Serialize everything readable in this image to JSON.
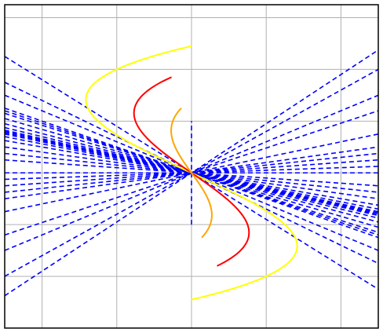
{
  "chart_data": {
    "type": "line",
    "title": "",
    "xlabel": "",
    "ylabel": "",
    "xlim": [
      -2.5,
      2.5
    ],
    "ylim": [
      -3,
      3.25
    ],
    "grid": true,
    "legend": "none",
    "x_ticks": [
      -2,
      -1,
      0,
      1,
      2
    ],
    "y_ticks": [
      -3,
      -2,
      -1,
      0,
      1,
      2,
      3
    ],
    "center_segment": {
      "x": 0,
      "y": [
        -1,
        1
      ],
      "color": "#0000ff",
      "style": "dashed"
    },
    "dashed_lines": {
      "color": "#0000ff",
      "x": [
        -2.5,
        2.5
      ],
      "slopes": [
        -0.9,
        -0.7,
        -0.6,
        -0.5,
        -0.48,
        -0.46,
        -0.42,
        -0.38,
        -0.35,
        -0.33,
        -0.32,
        -0.31,
        -0.3,
        -0.28,
        -0.25,
        -0.2,
        -0.15,
        -0.1,
        0,
        0.05,
        0.1,
        0.15,
        0.2,
        0.3,
        0.48,
        0.6,
        0.8,
        0.95
      ]
    },
    "series": [
      {
        "color": "#ffff00",
        "a": 1.5,
        "x": [
          -2.5,
          2.5
        ],
        "y": [
          -2.45,
          2.45
        ]
      },
      {
        "color": "#ff0000",
        "a": 1.0,
        "x": [
          -2.5,
          2.5
        ],
        "y": [
          -1.8,
          1.85
        ]
      },
      {
        "color": "#ffa500",
        "a": 0.5,
        "x": [
          -2.5,
          2.5
        ],
        "y": [
          -1.25,
          1.25
        ]
      }
    ]
  }
}
